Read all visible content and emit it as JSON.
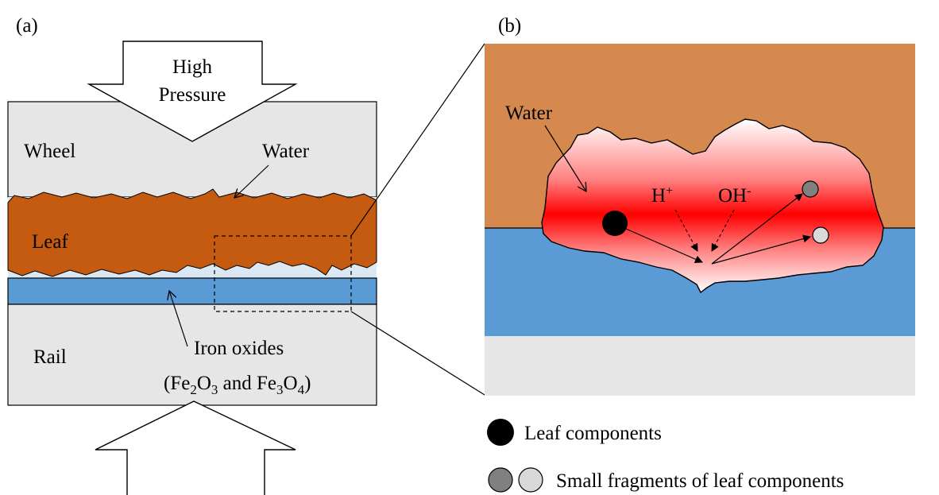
{
  "panel_a": {
    "label": "(a)",
    "pressure_top": [
      "High",
      "Pressure"
    ],
    "wheel": "Wheel",
    "water": "Water",
    "leaf": "Leaf",
    "rail": "Rail",
    "iron_oxides": "Iron oxides",
    "iron_formula": {
      "open": "(Fe",
      "sub1": "2",
      "o1": "O",
      "sub2": "3",
      "and": " and Fe",
      "sub3": "3",
      "o2": "O",
      "sub4": "4",
      "close": ")"
    }
  },
  "panel_b": {
    "label": "(b)",
    "water": "Water",
    "h_ion": "H",
    "h_charge": "+",
    "oh_ion": "OH",
    "oh_charge": "-"
  },
  "legend": {
    "leaf_components": "Leaf components",
    "small_fragments": "Small fragments of leaf components"
  },
  "colors": {
    "wheel_rail_gray": "#e6e6e6",
    "leaf_brown": "#c55a11",
    "oxide_blue": "#5b9bd5",
    "water_light_blue": "#dbe8f3",
    "panel_b_top": "#d6894f",
    "water_red": "#ff0000",
    "fragment_dark": "#808080",
    "fragment_light": "#d9d9d9"
  }
}
